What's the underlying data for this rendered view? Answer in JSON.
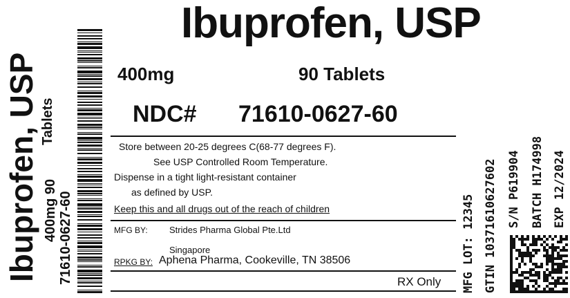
{
  "product": {
    "title": "Ibuprofen, USP",
    "strength": "400mg",
    "count": "90 Tablets",
    "ndc_label": "NDC#",
    "ndc_number": "71610-0627-60"
  },
  "side_panel": {
    "title": "Ibuprofen, USP",
    "form": "Tablets",
    "strength_count": "400mg 90",
    "ndc": "71610-0627-60"
  },
  "storage": {
    "line1": "Store between 20-25 degrees C(68-77 degrees F).",
    "line2": "See USP Controlled Room Temperature.",
    "line3": "Dispense in a tight light-resistant container",
    "line4": "as defined by USP."
  },
  "warning": "Keep this and all drugs out of the reach of children",
  "manufacturer": {
    "label": "MFG BY:",
    "name": "Strides Pharma Global Pte.Ltd",
    "location": "Singapore"
  },
  "repackager": {
    "label": "RPKG BY:",
    "name": "Aphena Pharma, Cookeville, TN 38506"
  },
  "rx_only": "RX Only",
  "codes": {
    "mfg_lot": "MFG LOT: 12345",
    "gtin": "GTIN  10371610627602",
    "serial": "S/N  P619904",
    "batch": "BATCH H174998",
    "exp": "EXP  12/2024"
  }
}
